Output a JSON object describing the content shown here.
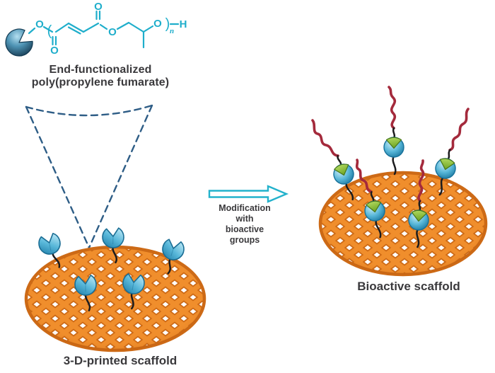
{
  "polymer": {
    "caption_line1": "End-functionalized",
    "caption_line2": "poly(propylene fumarate)",
    "atoms": {
      "o1": "O",
      "open_paren": "(",
      "o2": "O",
      "o3": "O",
      "o4": "O",
      "o5": "O",
      "close_paren": ")",
      "repeat_subscript": "n",
      "end_h": "H"
    }
  },
  "left_scaffold": {
    "caption": "3-D-printed scaffold",
    "receptor_count": 5
  },
  "process_arrow": {
    "caption_line1": "Modification",
    "caption_line2": "with",
    "caption_line3": "bioactive",
    "caption_line4": "groups"
  },
  "right_scaffold": {
    "caption": "Bioactive scaffold",
    "bioactive_group_count": 5
  },
  "colors": {
    "chem_cyan": "#1faecb",
    "dashed_outline_blue": "#2e5d86",
    "scaffold_orange": "#f08e2c",
    "scaffold_orange_dark": "#cd6a16",
    "receptor_blue": "#57b6d8",
    "bioactive_green": "#8cc63f",
    "polymer_chain_red": "#a42a3c",
    "label_text": "#3a393c"
  }
}
